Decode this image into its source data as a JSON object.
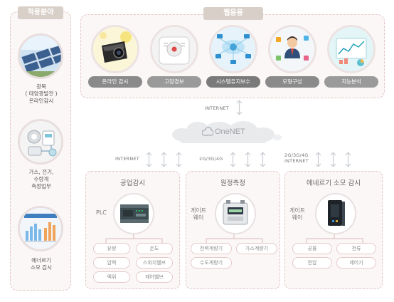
{
  "left_panel": {
    "title": "적용분야",
    "items": [
      {
        "caption_lines": [
          "광복",
          "( 태양광발전 )",
          "온라인감시"
        ]
      },
      {
        "caption_lines": [
          "가스, 전기,",
          "수량계",
          "측정업무"
        ]
      },
      {
        "caption_lines": [
          "에너르기",
          "소모 감시"
        ]
      }
    ]
  },
  "web_panel": {
    "title": "웹응용",
    "items": [
      {
        "caption": "온라인 감시",
        "color": "#8a8a8a"
      },
      {
        "caption": "고장경보",
        "color": "#9a9a9a"
      },
      {
        "caption": "시스템유지보수",
        "color": "#7a7a7a"
      },
      {
        "caption": "모형구성",
        "color": "#8a8a8a"
      },
      {
        "caption": "지능분석",
        "color": "#9a9a9a"
      }
    ]
  },
  "network": {
    "top_label": "INTERNET",
    "cloud_label": "OneNET",
    "links": [
      {
        "label_lines": [
          "INTERNET"
        ]
      },
      {
        "label_lines": [
          "2G/3G/4G"
        ]
      },
      {
        "label_lines": [
          "2G/3G/4G",
          "INTERNET"
        ]
      }
    ]
  },
  "bottom": [
    {
      "title": "공업감시",
      "device_label": [
        "PLC"
      ],
      "pills": [
        "유량",
        "온도",
        "압력",
        "스위치밸브",
        "액위",
        "제어밸브"
      ]
    },
    {
      "title": "원정측정",
      "device_label": [
        "게이트",
        "웨이"
      ],
      "pills": [
        "전력계량기",
        "가스계량기",
        "수도계량기"
      ]
    },
    {
      "title": "에네르기 소모 감시",
      "device_label": [
        "게이트",
        "웨이"
      ],
      "pills": [
        "공률",
        "전류",
        "전압",
        "제어기"
      ]
    }
  ],
  "colors": {
    "dash_border": "#e2c6c6",
    "tab_bg": "#d8cfc8",
    "arrow": "#c9cdd2"
  }
}
